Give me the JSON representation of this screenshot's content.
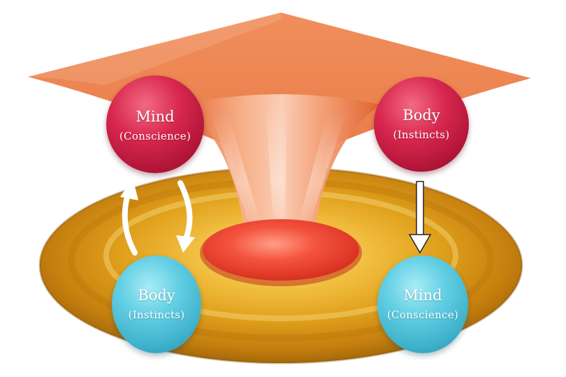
{
  "nodes": {
    "mind_top": {
      "title": "Mind",
      "subtitle": "(Conscience)"
    },
    "body_top": {
      "title": "Body",
      "subtitle": "(Instincts)"
    },
    "body_bottom": {
      "title": "Body",
      "subtitle": "(Instincts)"
    },
    "mind_bottom": {
      "title": "Mind",
      "subtitle": "(Conscience)"
    }
  },
  "colors": {
    "red_sphere": "#c81e44",
    "blue_sphere": "#55c3da",
    "disc": "#d99a1a",
    "cone": "#f08a5a",
    "center_ellipse": "#f04a3a",
    "arrow": "#ffffff"
  }
}
